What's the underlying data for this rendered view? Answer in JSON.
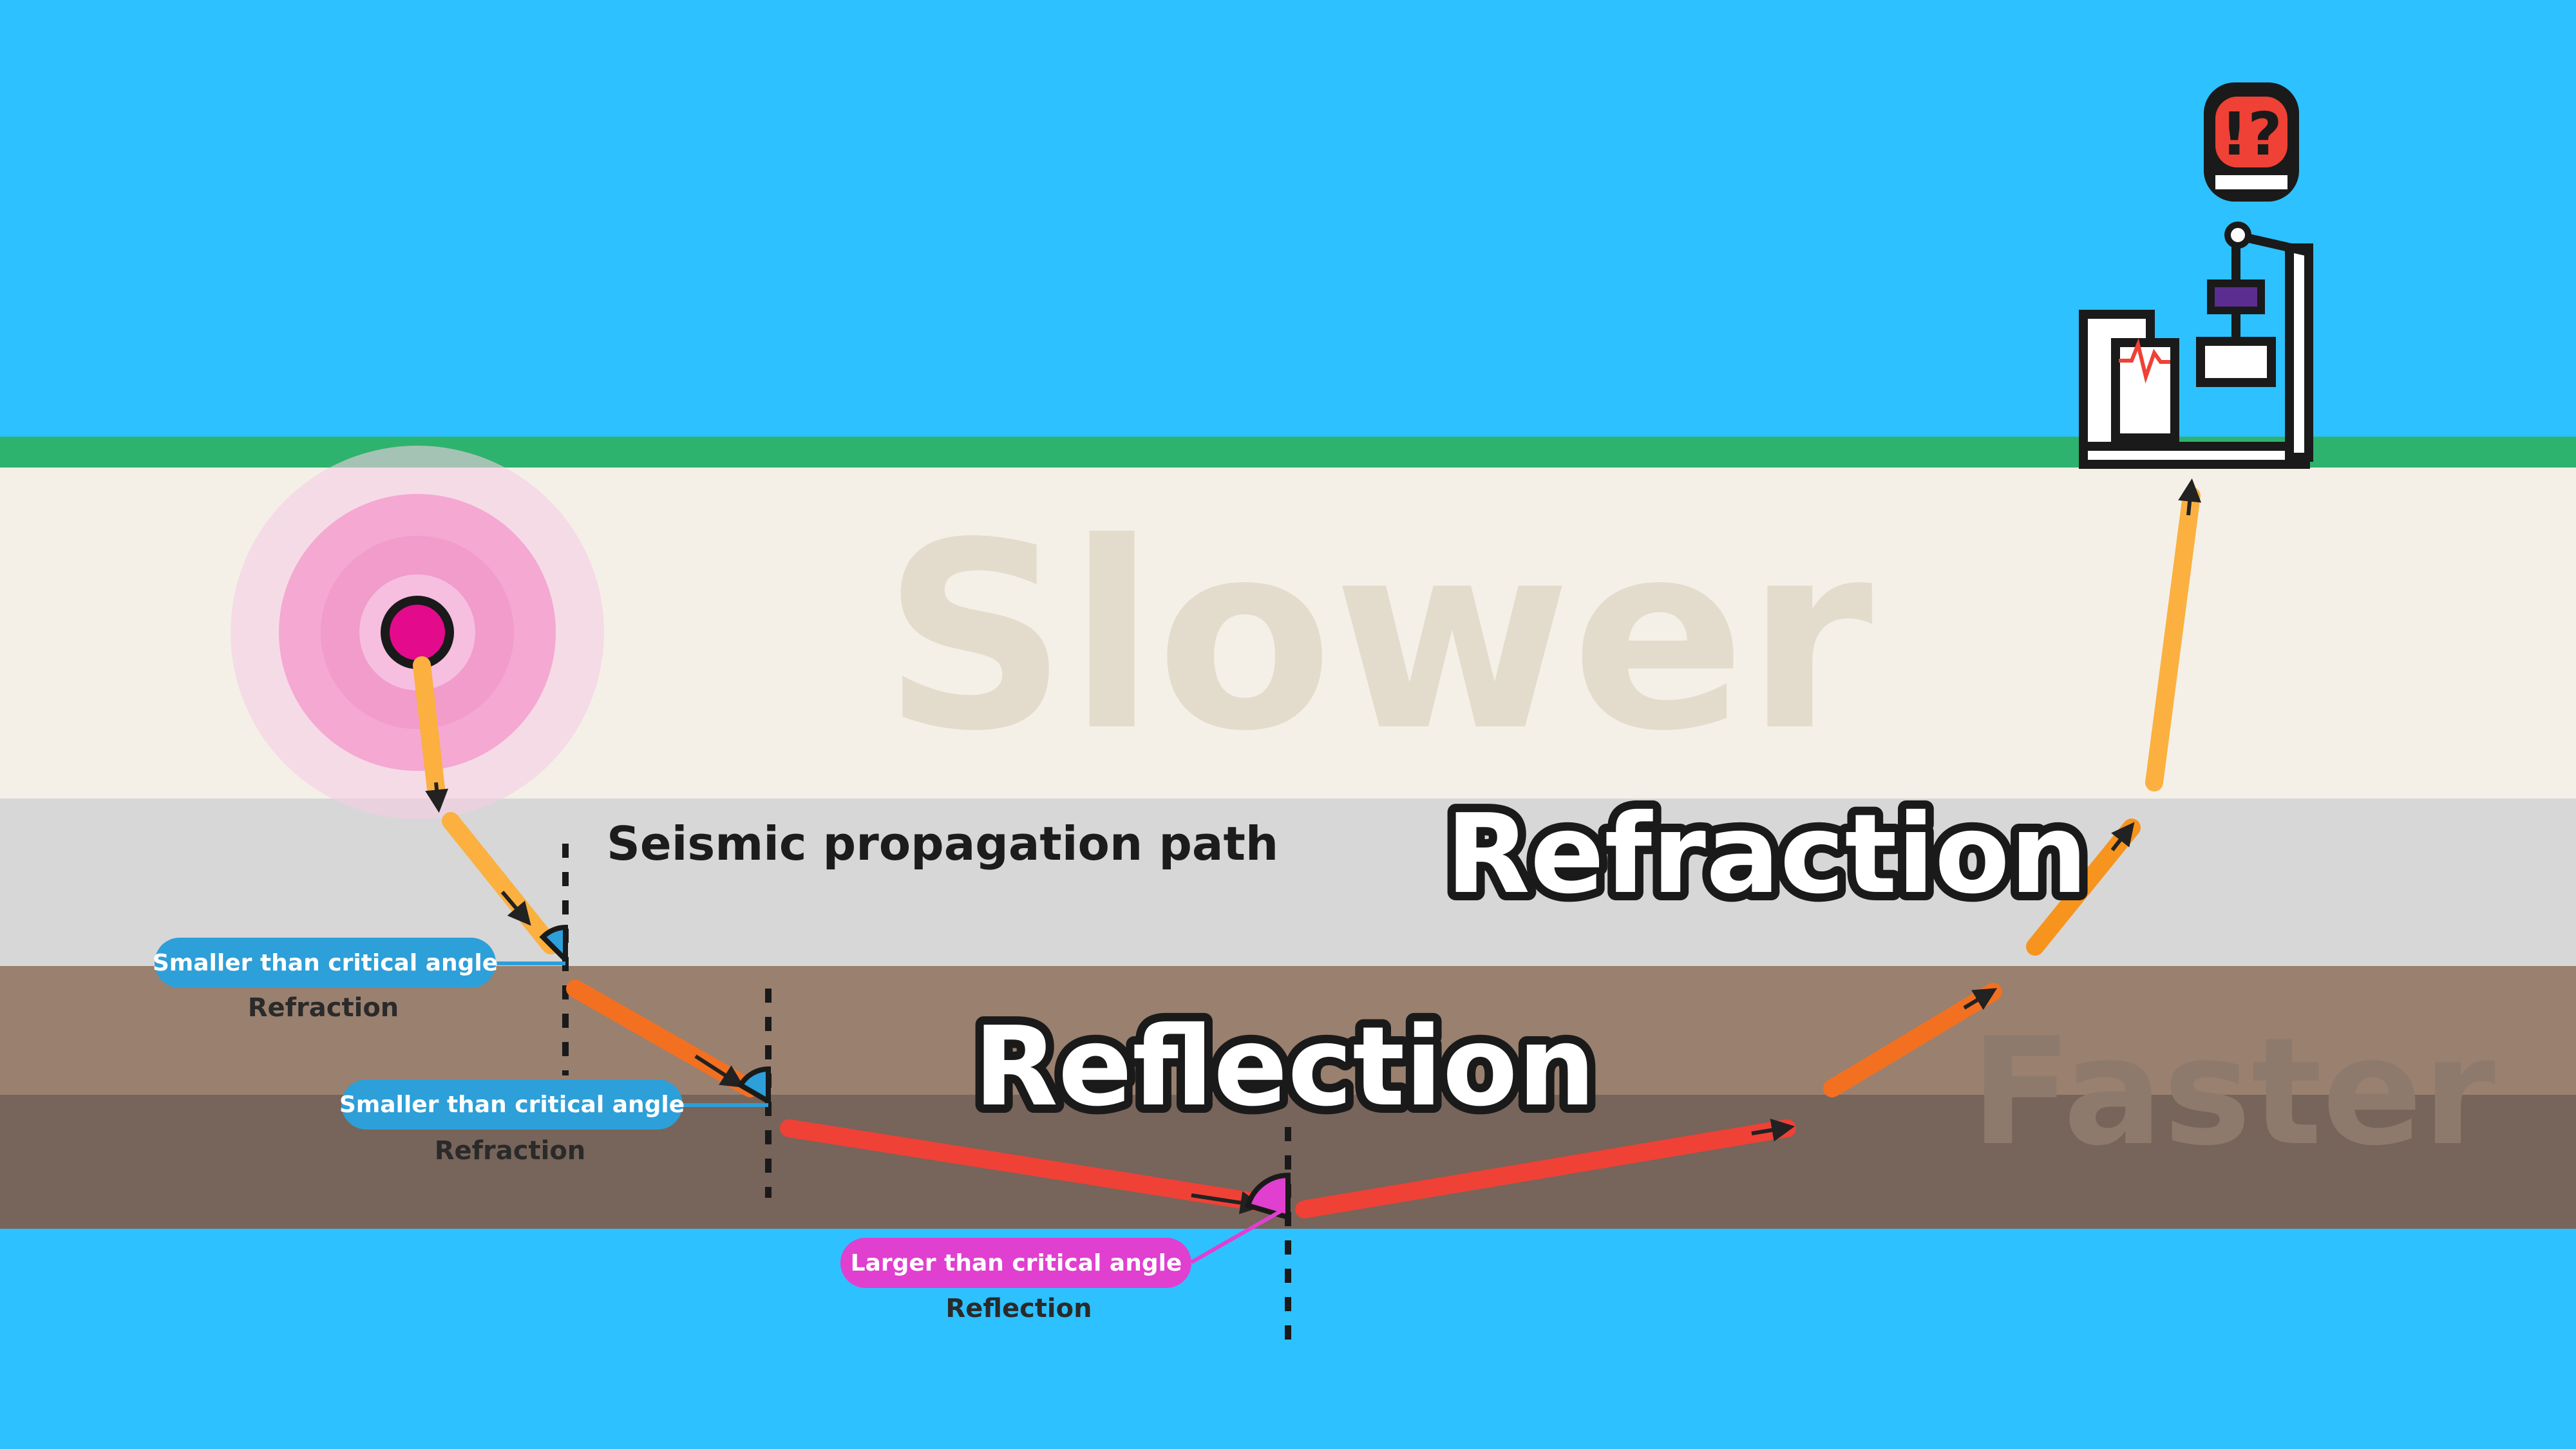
{
  "layers": {
    "slower_label": "Slower",
    "faster_label": "Faster"
  },
  "labels": {
    "path_title": "Seismic propagation path",
    "refraction_big": "Refraction",
    "reflection_big": "Reflection"
  },
  "callouts": [
    {
      "badge": "Smaller than critical angle",
      "caption": "Refraction"
    },
    {
      "badge": "Smaller than critical angle",
      "caption": "Refraction"
    },
    {
      "badge": "Larger than critical angle",
      "caption": "Reflection"
    }
  ],
  "icons": {
    "source": "epicenter-icon",
    "station": "seismograph-station-icon",
    "alert": "alert-exclamation-question-icon"
  },
  "colors": {
    "sky": "#2dc1ff",
    "ground_surface": "#2db36e",
    "slow_layer": "#f4f0e8",
    "mid_layer": "#d7d7d7",
    "fast_layer_upper": "#9a806f",
    "fast_layer_lower": "#77645a",
    "badge_refraction": "#2d9fd9",
    "badge_reflection": "#e03fd0",
    "ray_yellow": "#fbb040",
    "ray_orange": "#f37021",
    "ray_red": "#ef4136"
  }
}
